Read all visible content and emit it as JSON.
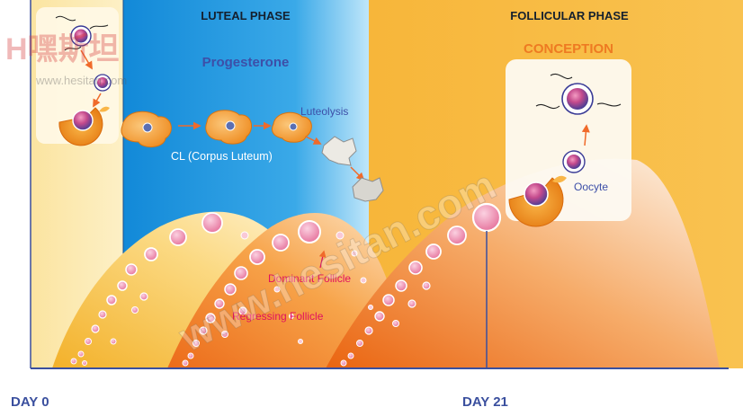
{
  "phases": {
    "luteal": "LUTEAL PHASE",
    "follicular": "FOLLICULAR PHASE"
  },
  "labels": {
    "progesterone": "Progesterone",
    "conception": "CONCEPTION",
    "luteolysis": "Luteolysis",
    "corpus_luteum": "CL (Corpus Luteum)",
    "oocyte": "Oocyte",
    "dominant_follicle": "Dominant Follicle",
    "regressing_follicle": "Regressing Follicle"
  },
  "axis": {
    "day_start": "DAY 0",
    "day_21": "DAY 21"
  },
  "watermark": {
    "logo_text": "H嘿斯坦",
    "logo_url": "www.hesitan.com",
    "diagonal": "www.hesitan.com"
  },
  "colors": {
    "luteal_blue": "#1f8fdc",
    "follicular_orange": "#f6b63c",
    "early_yellow": "#fbe7a8",
    "conception_orange": "#ee7a22",
    "label_blue": "#3d4fa8",
    "label_pink": "#e0115f",
    "axis_blue": "#3a4f9e"
  }
}
